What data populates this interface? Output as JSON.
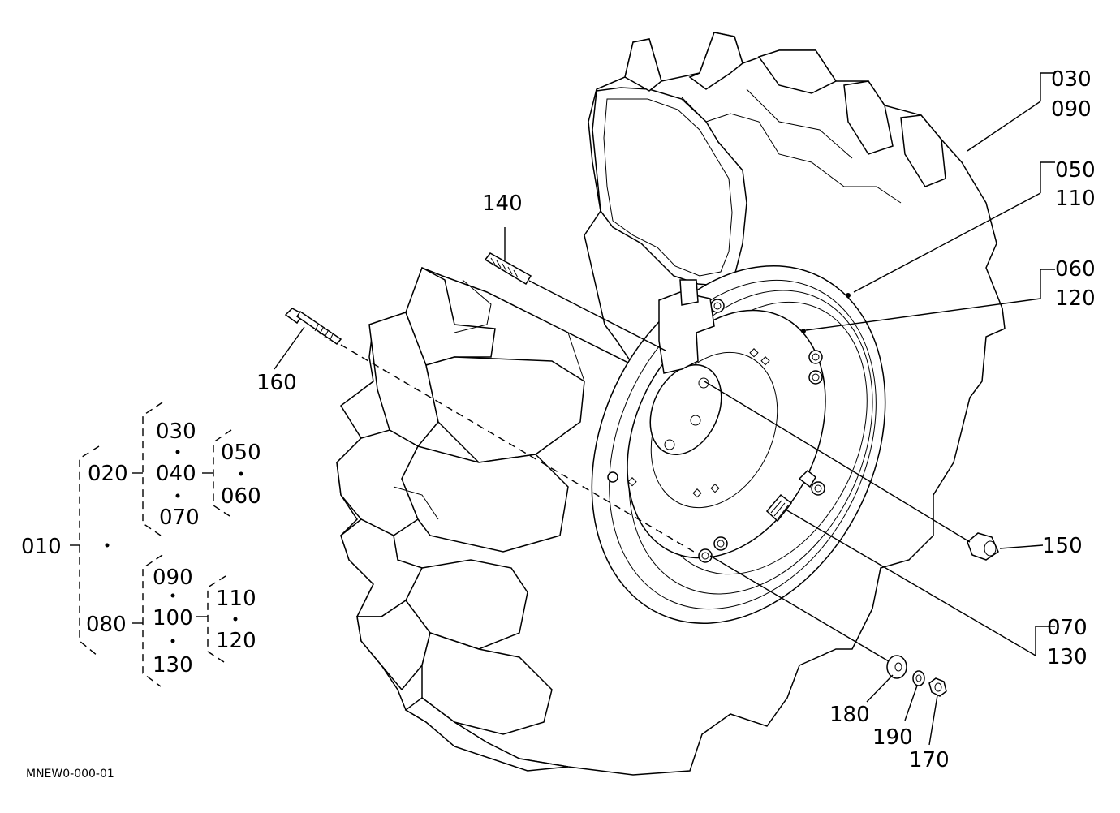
{
  "drawing_code": "MNEW0-000-01",
  "callouts": {
    "c030": "030",
    "c090": "090",
    "c050": "050",
    "c110": "110",
    "c060": "060",
    "c120": "120",
    "c070": "070",
    "c130": "130",
    "c140": "140",
    "c150": "150",
    "c160": "160",
    "c170": "170",
    "c180": "180",
    "c190": "190"
  },
  "tree": {
    "root": "010",
    "n020": "020",
    "n030": "030",
    "n040": "040",
    "n070": "070",
    "n050": "050",
    "n060": "060",
    "n080": "080",
    "n090": "090",
    "n100": "100",
    "n130": "130",
    "n110": "110",
    "n120": "120"
  }
}
